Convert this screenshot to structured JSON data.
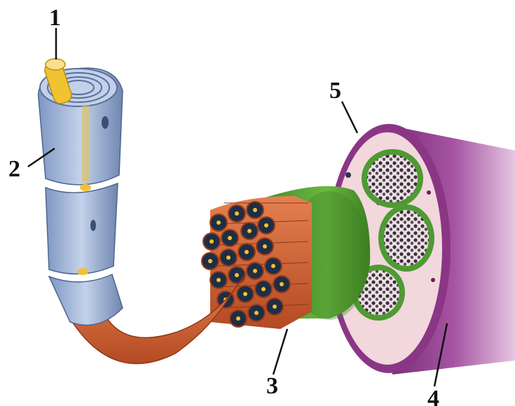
{
  "labels": {
    "l1": "1",
    "l2": "2",
    "l3": "3",
    "l4": "4",
    "l5": "5"
  },
  "colors": {
    "axon": "#f1c232",
    "myelin": "#9fb4d6",
    "myelin_dark": "#6d84ad",
    "fiber": "#c8582c",
    "fiber_light": "#e57a45",
    "perineurium": "#5fa53a",
    "epineurium": "#9b3f8f",
    "epineurium_light": "#c78ac4",
    "connective": "#f4d9d9",
    "nerve_cell": "#1c3047",
    "text": "#111111"
  }
}
